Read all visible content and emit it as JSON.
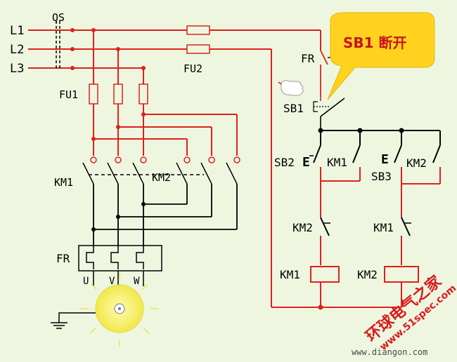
{
  "colors": {
    "background": "#eef6e0",
    "active_wire": "#e0201c",
    "inactive_wire": "#000000",
    "callout_fill": "#ffd21f",
    "motor_fill": "#f4ef5e",
    "watermark_red": "#d81c1c",
    "watermark_small": "#4a4a4a"
  },
  "diagram": {
    "phases": [
      "L1",
      "L2",
      "L3"
    ],
    "main_switch": "QS",
    "fuse_main": "FU1",
    "fuse_control": "FU2",
    "overload_relay_top": "FR",
    "overload_relay_main": "FR",
    "stop_button": "SB1",
    "forward_button": "SB2",
    "reverse_button": "SB3",
    "contactor_forward_main": "KM1",
    "contactor_reverse_main": "KM2",
    "interlock_forward_hold": "KM1",
    "interlock_reverse_hold": "KM2",
    "interlock_nc_km2": "KM2",
    "interlock_nc_km1": "KM1",
    "coil_km1": "KM1",
    "coil_km2": "KM2",
    "motor_terminals": [
      "U",
      "V",
      "W"
    ],
    "callout": "SB1 断开",
    "button_marker_sb2": "E",
    "button_marker_sb3": "E"
  },
  "watermark": {
    "brand": "环球电气之家",
    "site": "www.51spec.com",
    "footer": "www.diangon.com"
  }
}
